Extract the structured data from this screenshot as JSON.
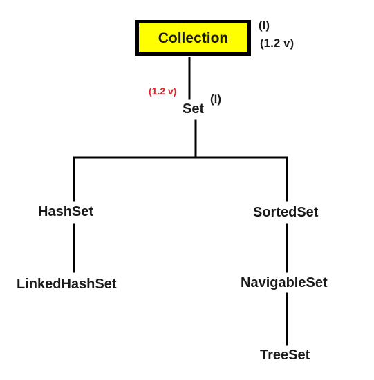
{
  "colors": {
    "root_fill": "#ffff00",
    "root_border": "#000000",
    "line": "#000000",
    "text": "#1a1a1a",
    "version_highlight": "#e0242a"
  },
  "root": {
    "label": "Collection",
    "marker": "(I)",
    "version": "(1.2 v)"
  },
  "set": {
    "label": "Set",
    "marker": "(I)",
    "version": "(1.2 v)"
  },
  "left_branch": {
    "parent": "HashSet",
    "child": "LinkedHashSet"
  },
  "right_branch": {
    "parent": "SortedSet",
    "child": "NavigableSet",
    "grandchild": "TreeSet"
  }
}
